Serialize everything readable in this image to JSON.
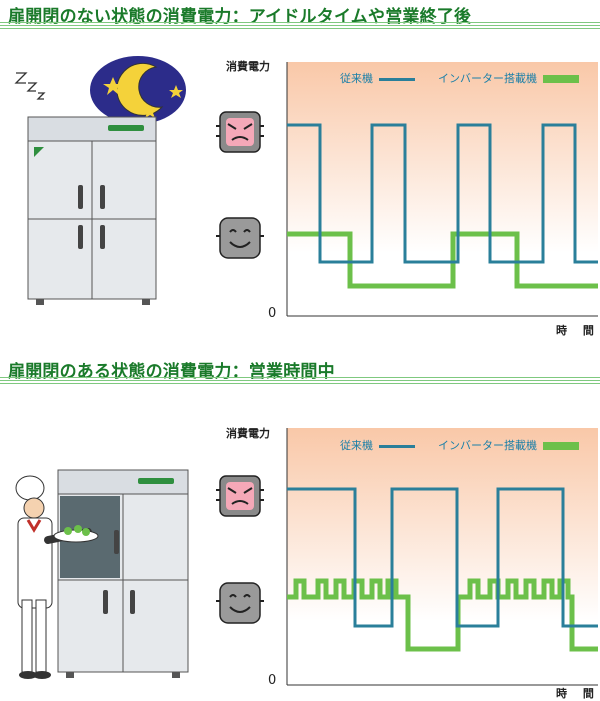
{
  "sections": [
    {
      "title": "扉開閉のない状態の消費電力：アイドルタイムや営業終了後",
      "ylabel": "消費電力",
      "zero": "0",
      "xlabel": "時 間",
      "legend_conventional": "従来機",
      "legend_inverter": "インバーター搭載機"
    },
    {
      "title": "扉開閉のある状態の消費電力：営業時間中",
      "ylabel": "消費電力",
      "zero": "0",
      "xlabel": "時 間",
      "legend_conventional": "従来機",
      "legend_inverter": "インバーター搭載機"
    }
  ],
  "colors": {
    "conventional": "#2a7f9a",
    "inverter": "#6cc04a",
    "title": "#1a7a2a",
    "legend_text": "#1a7fa8",
    "gradient_top": "#f9c8a8"
  },
  "icons": [
    "fridge-icon",
    "moon-icon",
    "star-icon",
    "chef-icon",
    "angry-face-icon",
    "smile-face-icon"
  ]
}
